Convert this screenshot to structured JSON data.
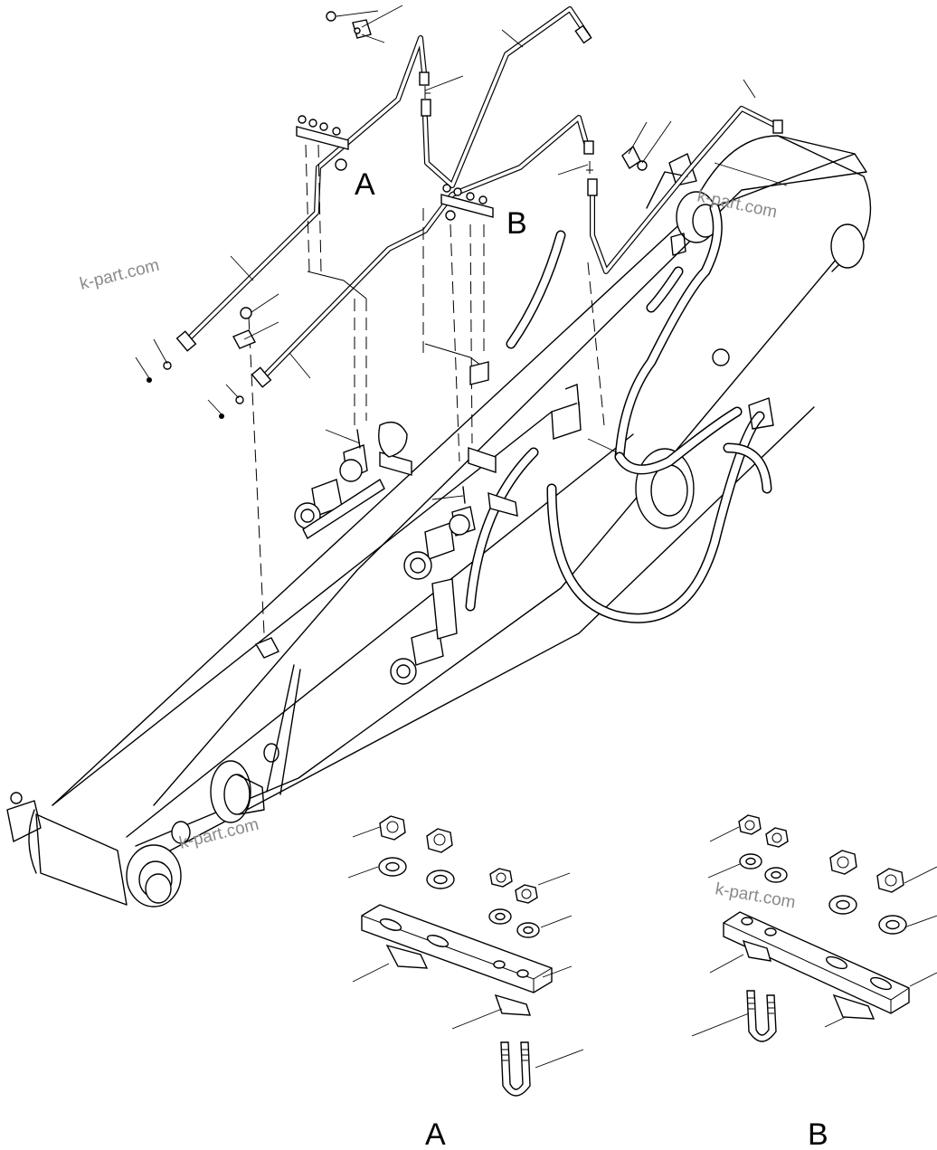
{
  "diagram": {
    "detail_labels": {
      "in_drawing_a": "A",
      "in_drawing_b": "B",
      "detail_a": "A",
      "detail_b": "B"
    },
    "watermark": "k-part.com"
  }
}
